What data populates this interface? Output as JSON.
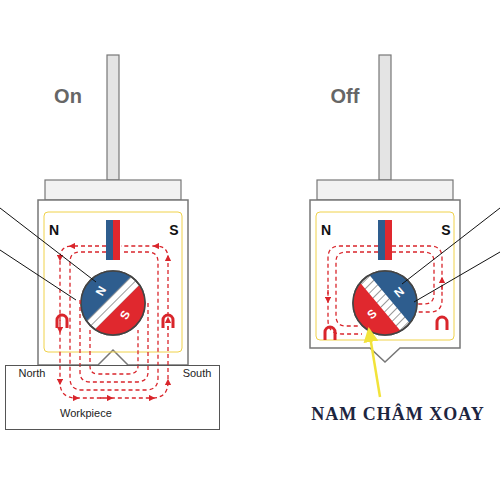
{
  "diagram": {
    "nodes": [
      {
        "text": [
          "Workpiece"
        ]
      }
    ],
    "labels": [
      "On",
      "N",
      "S",
      "N",
      "S",
      "North",
      "South",
      "Off",
      "N",
      "S",
      "S",
      "N",
      "NAM CHÂM XOAY"
    ]
  }
}
